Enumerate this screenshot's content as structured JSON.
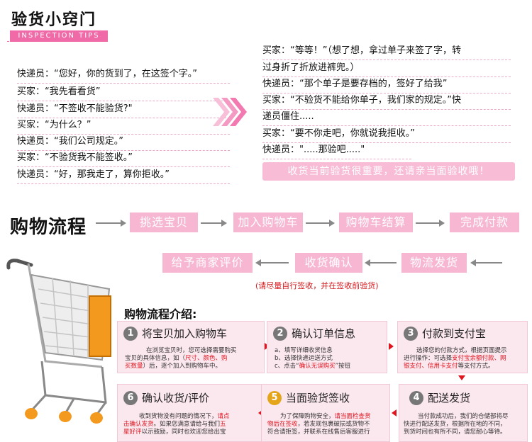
{
  "header": {
    "title": "验货小窍门",
    "subtitle": "INSPECTION TIPS"
  },
  "dialog_left": [
    "快递员：“您好，你的货到了，在这签个字。”",
    "买家：“我先看看货”",
    "快递员：“不签收不能验货?\"",
    "买家：“为什么？”",
    "快递员：“我们公司规定。”",
    "买家：“不验货我不能签收。”",
    "快递员：“好，那我走了，算你拒收。”"
  ],
  "dialog_right": [
    "买家：“等等！”（想了想，拿过单子来签了字，转",
    "过身折了折放进裤兜。）",
    "快递员：“那个单子是要存档的，签好了给我”",
    "买家：“不验货不能给你单子，我们家的规定。”快",
    "递员僵住.....",
    "买家：“要不你走吧，你就说我拒收。”",
    "快递员：\".....那验吧.....\""
  ],
  "notice": "收货当前验货很重要，还请亲当面验收哦！",
  "flow": {
    "title": "购物流程",
    "row1": [
      "挑选宝贝",
      "加入购物车",
      "购物车结算",
      "完成付款"
    ],
    "row2": [
      "给予商家评价",
      "收货确认",
      "物流发货"
    ],
    "note": "(请尽量自行签收，并在签收前验货)"
  },
  "intro": {
    "title": "购物流程介绍:",
    "steps": [
      {
        "num": "1",
        "title": "将宝贝加入购物车",
        "p1": "在浏览宝贝时，您可选择需要购买",
        "p2": "宝贝的具体信息，如（",
        "red1": "尺寸、颜色、购",
        "p3": "买数量",
        "p4": "）后，逐个加入到购物车中。"
      },
      {
        "num": "2",
        "title": "确认订单信息",
        "a": "a、填写详细收货信息",
        "b": "b、选择快递运送方式",
        "c1": "c、点击“",
        "cred": "确认无误购买",
        "c2": "”按钮"
      },
      {
        "num": "3",
        "title": "付款到支付宝",
        "p1": "选择您的付款方式，根据页面提示",
        "p2": "进行操作：可选择",
        "red1": "支付宝余额付款、网",
        "red2": "银支付、信用卡支付",
        "p3": "等支付方式。"
      },
      {
        "num": "4",
        "title": "配送发货",
        "p1": "当付款成功后，我们的仓储部将尽",
        "p2": "快进行配送发货，根据所在地的不同，",
        "p3": "到货时间也有所不同，请您耐心等待。"
      },
      {
        "num": "5",
        "title": "当面验货签收",
        "p1": "为了保障购物安全，",
        "red1": "请当面检查货",
        "red2": "物后在签收",
        "p2": "，若发现包裹破损或货物不",
        "p3": "符合请拒签，并联系在线售后客服进行"
      },
      {
        "num": "6",
        "title": "确认收货/评价",
        "p1": "收到货物没有问题的情况下，",
        "red1": "请点",
        "red2": "击确认发货",
        "p2": "。如果您满意请给与我们",
        "red3": "五",
        "red4": "星好评",
        "p3": "以示鼓励，同时也欢迎您给出宝"
      }
    ]
  },
  "colors": {
    "pink": "#f7b6d2",
    "pink_dark": "#f06aa8",
    "card_bg": "#fbe7ee",
    "red": "#e0141e"
  }
}
